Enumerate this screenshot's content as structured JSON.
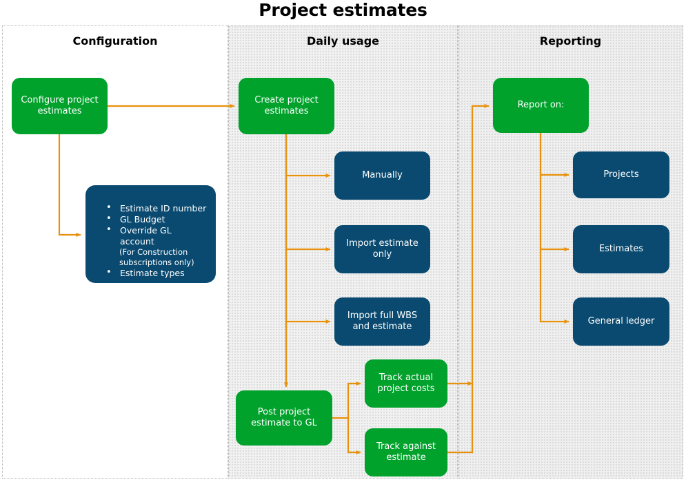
{
  "title": "Project estimates",
  "colors": {
    "green": "#00a22b",
    "blue": "#0a4a70",
    "arrow": "#e8910a",
    "lane_border": "#b4b4b4",
    "lane_bg_shaded": "#f1f1f1",
    "text_on_node": "#ffffff"
  },
  "lanes": [
    {
      "id": "configuration",
      "label": "Configuration"
    },
    {
      "id": "daily-usage",
      "label": "Daily usage"
    },
    {
      "id": "reporting",
      "label": "Reporting"
    }
  ],
  "nodes": {
    "configure_project_estimates": {
      "label": "Configure project estimates",
      "lane": "configuration",
      "style": "green"
    },
    "configuration_options": {
      "lane": "configuration",
      "style": "blue",
      "bullets": [
        {
          "text": "Estimate ID number"
        },
        {
          "text": "GL Budget"
        },
        {
          "text": "Override GL account",
          "sub": "(For Construction subscriptions only)"
        },
        {
          "text": "Estimate types"
        }
      ]
    },
    "create_project_estimates": {
      "label": "Create project estimates",
      "lane": "daily-usage",
      "style": "green"
    },
    "manually": {
      "label": "Manually",
      "lane": "daily-usage",
      "style": "blue"
    },
    "import_estimate_only": {
      "label": "Import estimate only",
      "lane": "daily-usage",
      "style": "blue"
    },
    "import_full_wbs_and_estimate": {
      "label": "Import full WBS and estimate",
      "lane": "daily-usage",
      "style": "blue"
    },
    "post_project_estimate_to_gl": {
      "label": "Post project estimate to GL",
      "lane": "daily-usage",
      "style": "green"
    },
    "track_actual_project_costs": {
      "label": "Track actual project costs",
      "lane": "daily-usage",
      "style": "green"
    },
    "track_against_estimate": {
      "label": "Track against estimate",
      "lane": "daily-usage",
      "style": "green"
    },
    "report_on": {
      "label": "Report on:",
      "lane": "reporting",
      "style": "green"
    },
    "projects": {
      "label": "Projects",
      "lane": "reporting",
      "style": "blue"
    },
    "estimates": {
      "label": "Estimates",
      "lane": "reporting",
      "style": "blue"
    },
    "general_ledger": {
      "label": "General ledger",
      "lane": "reporting",
      "style": "blue"
    }
  },
  "edges": [
    {
      "from": "configure_project_estimates",
      "to": "create_project_estimates"
    },
    {
      "from": "configure_project_estimates",
      "to": "configuration_options"
    },
    {
      "from": "create_project_estimates",
      "to": "manually"
    },
    {
      "from": "create_project_estimates",
      "to": "import_estimate_only"
    },
    {
      "from": "create_project_estimates",
      "to": "import_full_wbs_and_estimate"
    },
    {
      "from": "create_project_estimates",
      "to": "post_project_estimate_to_gl"
    },
    {
      "from": "post_project_estimate_to_gl",
      "to": "track_actual_project_costs"
    },
    {
      "from": "post_project_estimate_to_gl",
      "to": "track_against_estimate"
    },
    {
      "from": "track_actual_project_costs",
      "to": "report_on"
    },
    {
      "from": "track_against_estimate",
      "to": "report_on"
    },
    {
      "from": "report_on",
      "to": "projects"
    },
    {
      "from": "report_on",
      "to": "estimates"
    },
    {
      "from": "report_on",
      "to": "general_ledger"
    }
  ]
}
